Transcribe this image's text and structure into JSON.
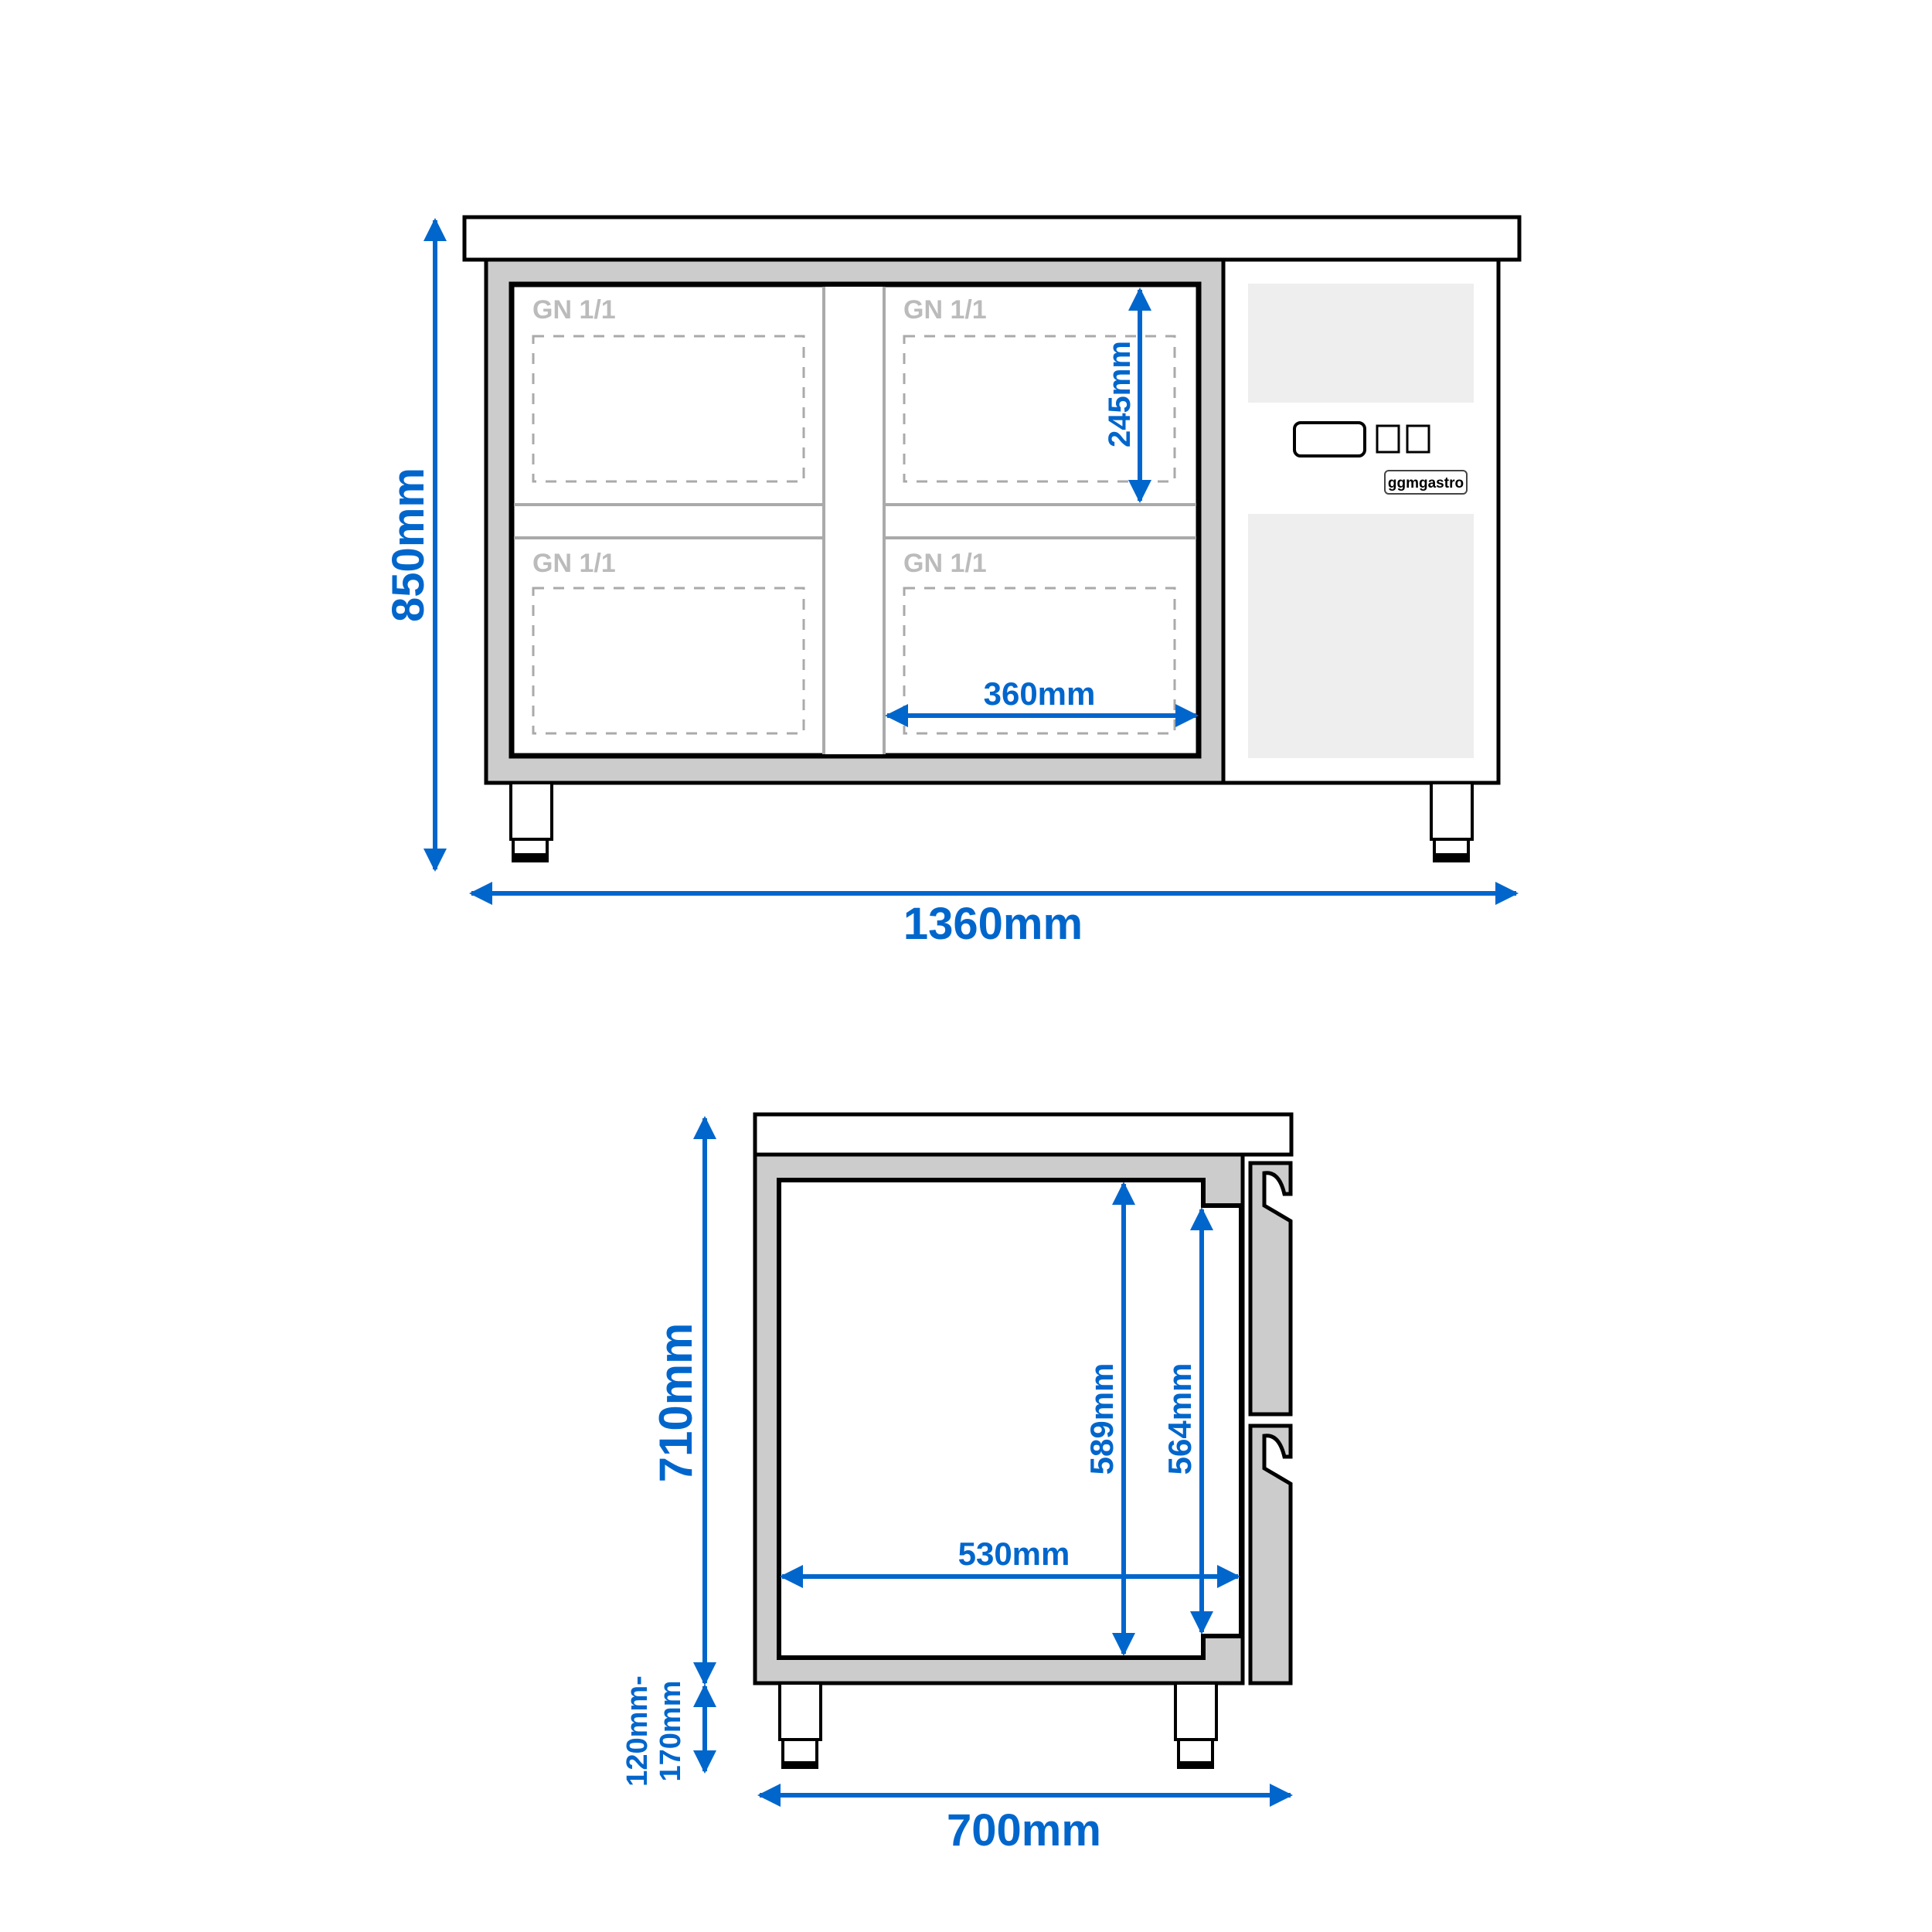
{
  "front_view": {
    "compartment_label": "GN 1/1",
    "compartments": [
      {
        "label": "GN 1/1"
      },
      {
        "label": "GN 1/1"
      },
      {
        "label": "GN 1/1"
      },
      {
        "label": "GN 1/1"
      }
    ],
    "brand_label": "ggmgastro",
    "dimensions": {
      "height": "850mm",
      "width": "1360mm",
      "shelf_height": "245mm",
      "container_width": "360mm"
    }
  },
  "side_view": {
    "dimensions": {
      "body_height": "710mm",
      "leg_height_line1": "120mm-",
      "leg_height_line2": "170mm",
      "depth": "700mm",
      "interior_depth": "530mm",
      "interior_height": "589mm",
      "door_clear_height": "564mm"
    }
  },
  "colors": {
    "dimension_blue": "#0066cc",
    "body_gray": "#cccccc",
    "panel_light": "#eeeeee",
    "label_gray": "#bbbbbb"
  }
}
